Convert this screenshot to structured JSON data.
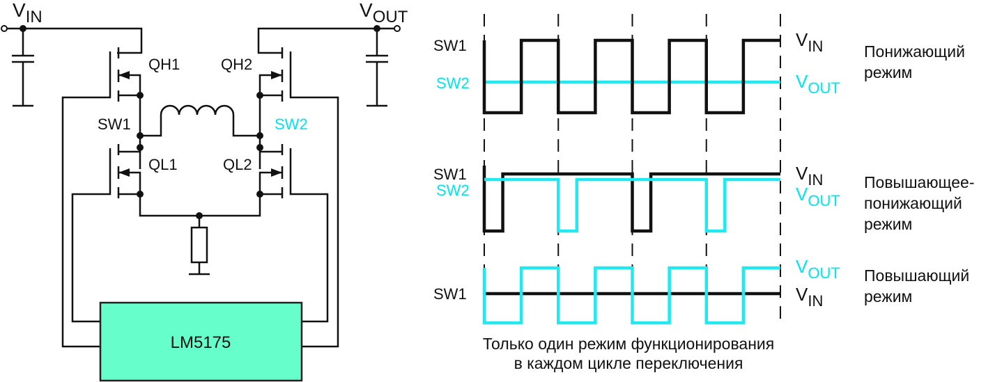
{
  "colors": {
    "sw1_trace": "#111111",
    "sw2_trace": "#22e8f0",
    "controller_fill": "#66ffcc",
    "label_cyan": "#00e5ee"
  },
  "schematic": {
    "vin_label": {
      "main": "V",
      "sub": "IN"
    },
    "vout_label": {
      "main": "V",
      "sub": "OUT"
    },
    "transistors": {
      "qh1": "QH1",
      "qh2": "QH2",
      "ql1": "QL1",
      "ql2": "QL2"
    },
    "nodes": {
      "sw1": "SW1",
      "sw2": "SW2"
    },
    "controller": "LM5175"
  },
  "waveforms": {
    "cycles": 4,
    "rows": [
      {
        "id": "buck",
        "left_labels": [
          "SW1",
          "SW2"
        ],
        "right_labels": [
          {
            "main": "V",
            "sub": "IN"
          },
          {
            "main": "V",
            "sub": "OUT"
          }
        ],
        "mode": [
          "Понижающий",
          "режим"
        ],
        "sw1_duty": 0.5,
        "sw2_duty": 1.0,
        "sw1_state": "switching",
        "sw2_state": "constant"
      },
      {
        "id": "buck-boost",
        "left_labels": [
          "SW1",
          "SW2"
        ],
        "right_labels": [
          {
            "main": "V",
            "sub": "IN"
          },
          {
            "main": "V",
            "sub": "OUT"
          }
        ],
        "mode": [
          "Повышающее-",
          "понижающий",
          "режим"
        ],
        "sw1_duty": 0.75,
        "sw2_duty": 0.75,
        "sw1_state": "switching-alternate",
        "sw2_state": "switching-alternate"
      },
      {
        "id": "boost",
        "left_labels": [
          "SW1"
        ],
        "right_labels": [
          {
            "main": "V",
            "sub": "OUT"
          },
          {
            "main": "V",
            "sub": "IN"
          }
        ],
        "mode": [
          "Повышающий",
          "режим"
        ],
        "sw1_duty": 1.0,
        "sw2_duty": 0.5,
        "sw1_state": "constant",
        "sw2_state": "switching"
      }
    ],
    "caption": [
      "Только один режим функционирования",
      "в каждом цикле переключения"
    ]
  }
}
